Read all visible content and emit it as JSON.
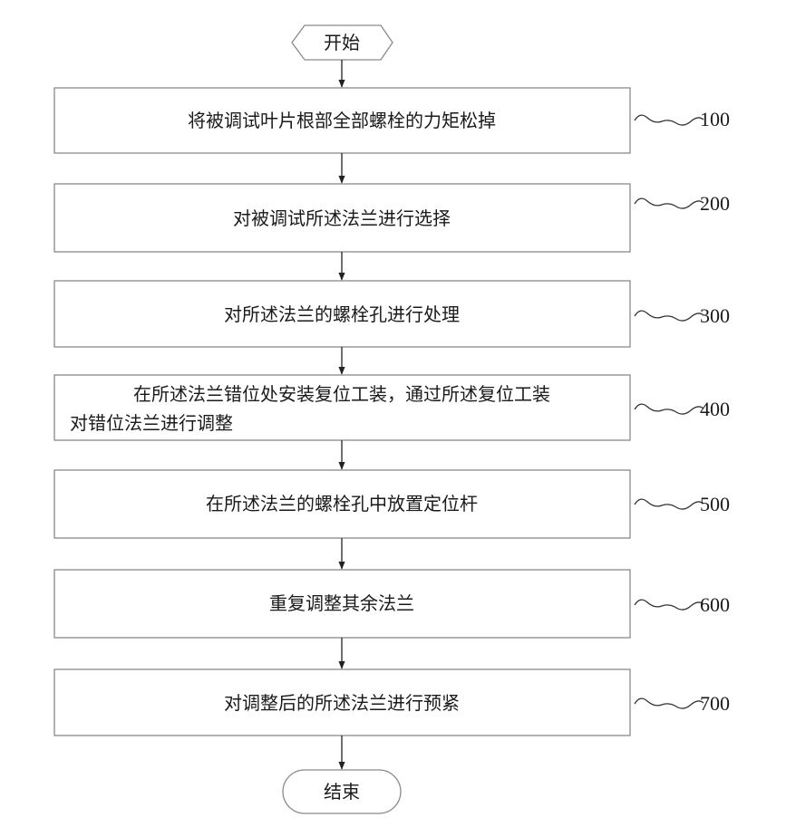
{
  "start": {
    "label": "开始"
  },
  "end": {
    "label": "结束"
  },
  "steps": [
    {
      "ref": "100",
      "lines": [
        "将被调试叶片根部全部螺栓的力矩松掉"
      ]
    },
    {
      "ref": "200",
      "lines": [
        "对被调试所述法兰进行选择"
      ]
    },
    {
      "ref": "300",
      "lines": [
        "对所述法兰的螺栓孔进行处理"
      ]
    },
    {
      "ref": "400",
      "lines": [
        "在所述法兰错位处安装复位工装，通过所述复位工装",
        "对错位法兰进行调整"
      ]
    },
    {
      "ref": "500",
      "lines": [
        "在所述法兰的螺栓孔中放置定位杆"
      ]
    },
    {
      "ref": "600",
      "lines": [
        "重复调整其余法兰"
      ]
    },
    {
      "ref": "700",
      "lines": [
        "对调整后的所述法兰进行预紧"
      ]
    }
  ]
}
